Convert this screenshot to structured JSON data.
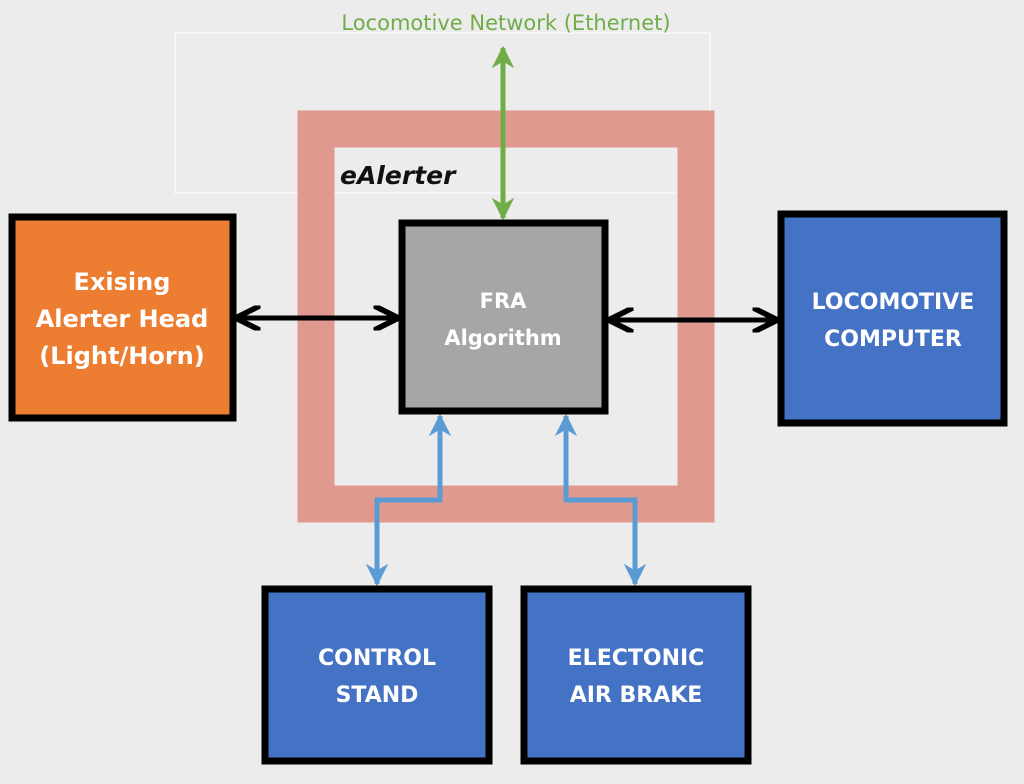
{
  "network_label": "Locomotive Network (Ethernet)",
  "container": {
    "label": "eAlerter"
  },
  "nodes": {
    "alerter_head": {
      "lines": [
        "Exising",
        "Alerter Head",
        "(Light/Horn)"
      ],
      "color": "#ed7d31"
    },
    "fra": {
      "lines": [
        "FRA",
        "Algorithm"
      ],
      "color": "#a6a6a6"
    },
    "loco_computer": {
      "lines": [
        "LOCOMOTIVE",
        "COMPUTER"
      ],
      "color": "#4472c4"
    },
    "control_stand": {
      "lines": [
        "CONTROL",
        "STAND"
      ],
      "color": "#4472c4"
    },
    "air_brake": {
      "lines": [
        "ELECTONIC",
        "AIR BRAKE"
      ],
      "color": "#4472c4"
    }
  },
  "colors": {
    "background": "#ececec",
    "container_border": "#e0998f",
    "network_arrow": "#70ad47",
    "io_arrow": "#5b9bd5",
    "link_arrow": "#000000"
  }
}
